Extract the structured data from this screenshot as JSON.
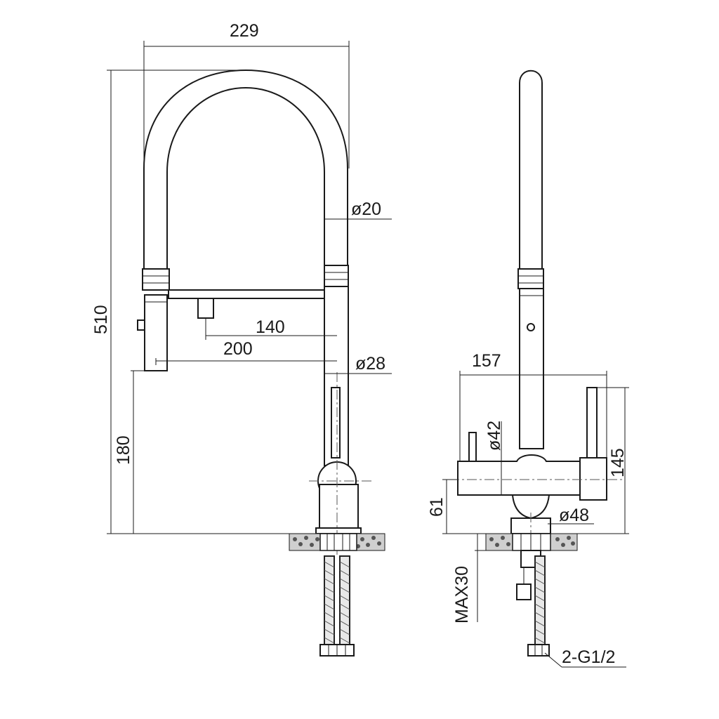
{
  "labels": {
    "width_total": "229",
    "height_total": "510",
    "spout_diameter": "ø20",
    "reach_140": "140",
    "reach_200": "200",
    "body_diameter": "ø28",
    "spout_height": "180",
    "side_depth": "157",
    "handle_diameter": "ø42",
    "side_height": "145",
    "lever_height": "61",
    "base_diameter": "ø48",
    "max_thickness": "MAX30",
    "connection": "2-G1/2"
  }
}
